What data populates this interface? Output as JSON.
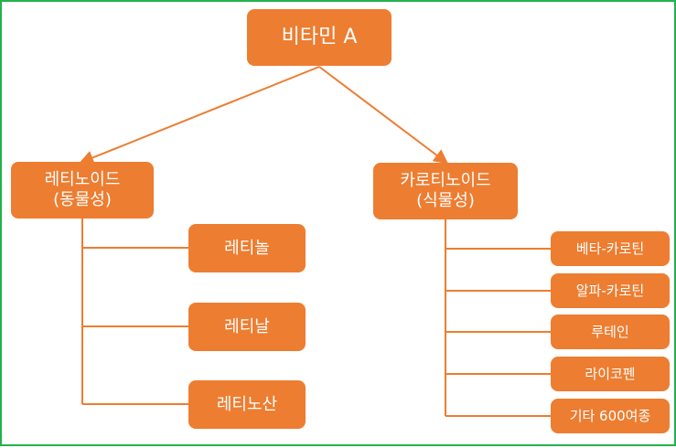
{
  "root": {
    "label": "비타민 A"
  },
  "retinoid": {
    "line1": "레티노이드",
    "line2": "(동물성)",
    "children": [
      "레티놀",
      "레티날",
      "레티노산"
    ]
  },
  "carotenoid": {
    "line1": "카로티노이드",
    "line2": "(식물성)",
    "children": [
      "베타-카로틴",
      "알파-카로틴",
      "루테인",
      "라이코펜",
      "기타 600여종"
    ]
  },
  "colors": {
    "node_fill": "#ed7d31",
    "connector": "#ed7d31",
    "frame_border": "#22b14c"
  }
}
